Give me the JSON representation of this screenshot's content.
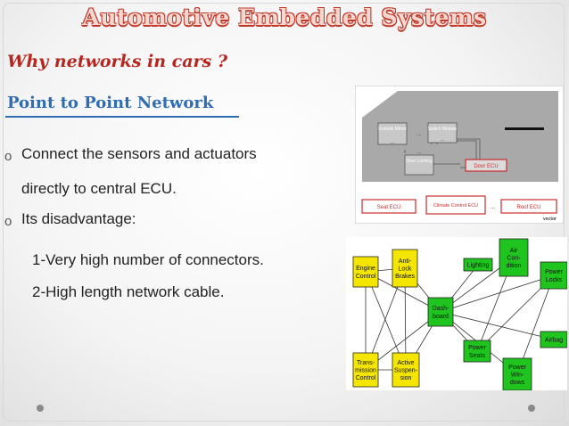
{
  "slide": {
    "title": "Automotive Embedded Systems",
    "subtitle": "Why networks in cars ?",
    "section_heading": "Point to Point Network",
    "bullets": {
      "b1_line1": "Connect the sensors and actuators",
      "b1_line2": "directly to central ECU.",
      "b2": "Its disadvantage:",
      "sub1": "1-Very high number of connectors.",
      "sub2": "2-High length network cable."
    },
    "bullet_glyph": "o"
  },
  "ecu_diagram": {
    "boxes": {
      "outside_mirror": "Outside Mirror",
      "switch_module": "Switch Module",
      "door_locking": "Door Locking",
      "door_ecu": "Door ECU",
      "seat_ecu": "Seat ECU",
      "climate_ecu": "Climate Control ECU",
      "roof_ecu": "Roof ECU"
    },
    "ellipsis": "...",
    "logo": "vector"
  },
  "network_diagram": {
    "nodes": {
      "engine_control": [
        "Engine",
        "Control"
      ],
      "anti_lock_brakes": [
        "Anti-",
        "Lock",
        "Brakes"
      ],
      "lighting": [
        "Lighting"
      ],
      "air_condition": [
        "Air",
        "Con-",
        "dition"
      ],
      "power_locks": [
        "Power",
        "Locks"
      ],
      "dashboard": [
        "Dash-",
        "board"
      ],
      "power_seats": [
        "Power",
        "Seats"
      ],
      "airbag": [
        "Airbag"
      ],
      "transmission_control": [
        "Trans-",
        "mission",
        "Control"
      ],
      "active_suspension": [
        "Active",
        "Suspen-",
        "sion"
      ],
      "power_windows": [
        "Power",
        "Win-",
        "dows"
      ]
    },
    "colors": {
      "yellow": "#f5e600",
      "green": "#1fc41f"
    }
  },
  "colors": {
    "title_red": "#c0392b",
    "subtitle_red": "#b5261e",
    "section_blue": "#2e6db4",
    "ecu_red": "#cc2b2b"
  }
}
